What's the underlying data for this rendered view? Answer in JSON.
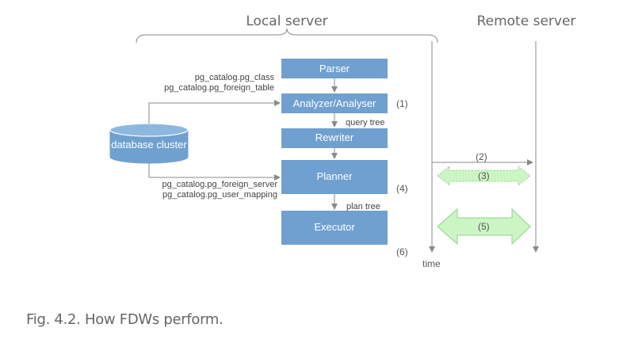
{
  "headers": {
    "local": "Local server",
    "remote": "Remote server"
  },
  "database": {
    "label": "database cluster"
  },
  "catalog_top": [
    "pg_catalog.pg_class",
    "pg_catalog.pg_foreign_table"
  ],
  "catalog_bottom": [
    "pg_catalog.pg_foreign_server",
    "pg_catalog.pg_user_mapping"
  ],
  "stages": [
    "Parser",
    "Analyzer/Analyser",
    "Rewriter",
    "Planner",
    "Executor"
  ],
  "edge_labels": {
    "query_tree": "query tree",
    "plan_tree": "plan tree"
  },
  "steps": [
    "(1)",
    "(2)",
    "(3)",
    "(4)",
    "(5)",
    "(6)"
  ],
  "time_label": "time",
  "caption": "Fig. 4.2. How FDWs perform.",
  "colors": {
    "box": "#6fa0cf",
    "arrow_fill": "#ccf5c4",
    "arrow_stroke": "#8ed283"
  }
}
